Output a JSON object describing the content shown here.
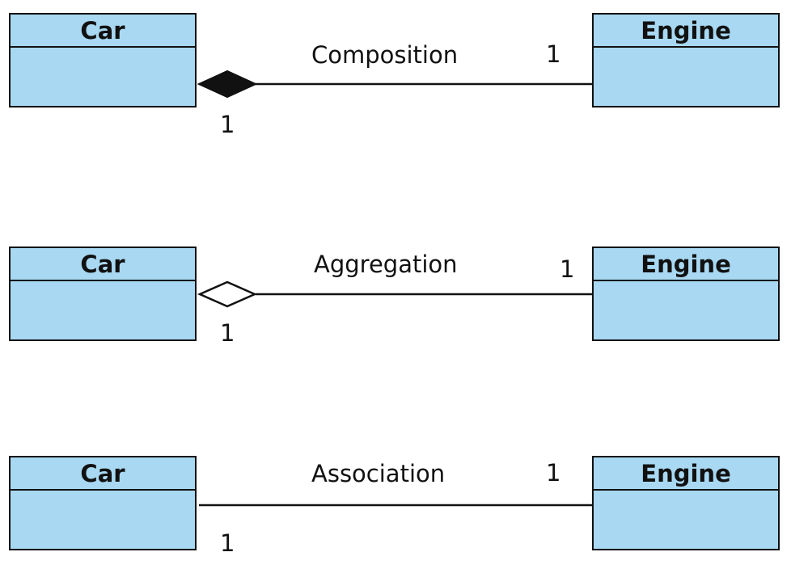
{
  "colors": {
    "class_fill": "#a8d8f2",
    "stroke": "#111111",
    "background": "#ffffff"
  },
  "relations": [
    {
      "type": "composition",
      "label": "Composition",
      "left_class": {
        "name": "Car"
      },
      "right_class": {
        "name": "Engine"
      },
      "left_multiplicity": "1",
      "right_multiplicity": "1",
      "left_end": "filled-diamond"
    },
    {
      "type": "aggregation",
      "label": "Aggregation",
      "left_class": {
        "name": "Car"
      },
      "right_class": {
        "name": "Engine"
      },
      "left_multiplicity": "1",
      "right_multiplicity": "1",
      "left_end": "hollow-diamond"
    },
    {
      "type": "association",
      "label": "Association",
      "left_class": {
        "name": "Car"
      },
      "right_class": {
        "name": "Engine"
      },
      "left_multiplicity": "1",
      "right_multiplicity": "1",
      "left_end": "none"
    }
  ]
}
